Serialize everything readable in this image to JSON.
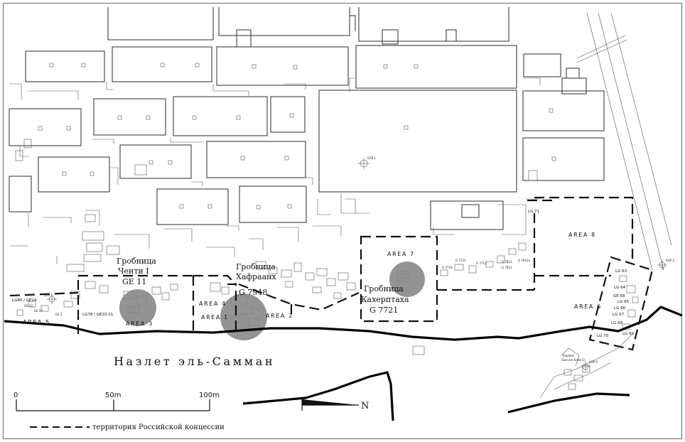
{
  "map": {
    "region_title": "Назлет эль-Самман",
    "areas": [
      {
        "label": "AREA 8"
      },
      {
        "label": "AREA 7"
      },
      {
        "label": "AREA 6"
      },
      {
        "label": "AREA 5"
      },
      {
        "label": "AREA 4"
      },
      {
        "label": "AREA 3"
      },
      {
        "label": "AREA 2"
      },
      {
        "label": "AREA 1"
      }
    ],
    "tombs": [
      {
        "name": "Гробница",
        "owner": "Ченти I",
        "code": "GE 11"
      },
      {
        "name": "Гробница",
        "owner": "Хафраанх",
        "code": "G 7948"
      },
      {
        "name": "Гробница",
        "owner": "Кахерптаха",
        "code": "G 7721"
      }
    ],
    "tomb_codes_small": [
      "G 7716",
      "G 7715",
      "G 7712",
      "G 7811",
      "G 7812a",
      "G 7813"
    ],
    "lg_labels": [
      "LG 63",
      "LG 64",
      "GE 68",
      "LG 65",
      "LG 66",
      "LG 67",
      "LG 68",
      "LG 69",
      "LG 70"
    ],
    "area5_tags": [
      "LG80 / GE24",
      "GE 34",
      "GE 57",
      "GE 2"
    ],
    "area3_tag": "LG78 / GE20-21",
    "lg71": "LG 71",
    "gsp": [
      "GSP 1",
      "GSP 7",
      "GSP 2",
      "GSP 6"
    ],
    "kapdeel": {
      "title": "Kapdeel",
      "sub": "(Service tomb 1)"
    },
    "scale": {
      "ticks": [
        "0",
        "50m",
        "100m"
      ]
    },
    "north_label": "N",
    "legend": {
      "text": "территория Российской концессии"
    }
  }
}
